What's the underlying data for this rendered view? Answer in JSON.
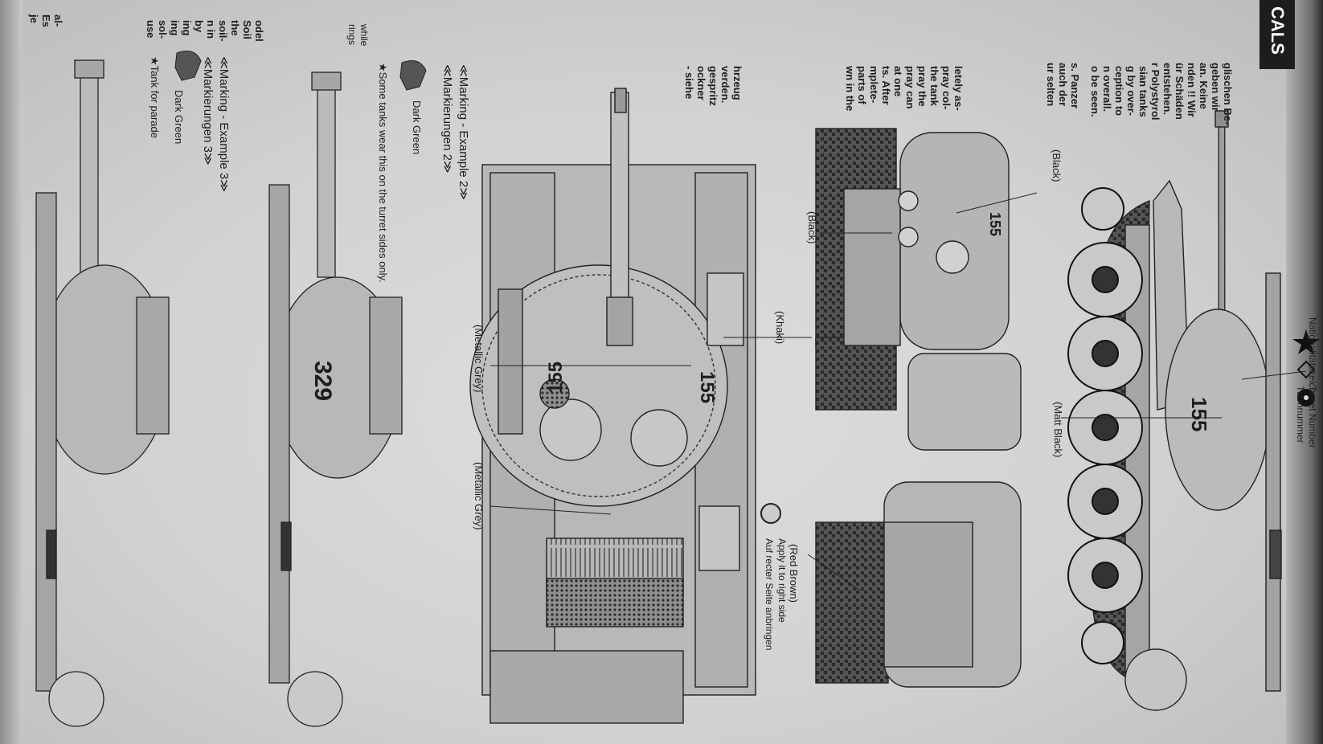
{
  "section_tab": "CALS",
  "marks": {
    "turret_number": "155",
    "turret_number_ex3": "329",
    "star": "★"
  },
  "legend": {
    "turret_number_en": "Turret Number",
    "turret_number_de": "Turmnummer",
    "insignia_de": "Nationalitätszeichen"
  },
  "colors": {
    "matt_black": "(Matt Black)",
    "black": "(Black)",
    "khaki": "(Khaki)",
    "red_brown": "(Red Brown)",
    "metallic_grey": "(Metallic Grey)",
    "dark_green": "Dark Green",
    "dark_green_hex": "#3f4a35",
    "paper_hex": "#d6d8d9"
  },
  "examples": {
    "ex2_en": "≪Marking - Example 2≫",
    "ex2_de": "≪Markierungen 2≫",
    "ex2_note": "★Some tanks wear this on the turret sides only.",
    "ex3_en": "≪Marking - Example 3≫",
    "ex3_de": "≪Markierungen 3≫",
    "ex3_note": "★Tank for parade",
    "apply_en": "Apply it to right side",
    "apply_de": "Auf recter Seite anbringen"
  },
  "column_text": {
    "col1": [
      "glischen Be-",
      "geben wir",
      "an. Keine",
      "nden !! Wir",
      "ür Schäden",
      "entstehen.",
      "r Polystyrol"
    ],
    "col2": [
      "sian tanks",
      "g by over-",
      "ception to",
      "n overall.",
      "o be seen."
    ],
    "col3": [
      "s. Panzer",
      "auch der",
      "ur selten"
    ],
    "col4": [
      "letely as-",
      "pray col-",
      "the tank",
      "pray the",
      "pray can",
      "at one",
      "ts. After",
      "mplete-",
      "parts of",
      "wn in the"
    ],
    "col5": [
      "hrzeug",
      "verden.",
      "gespritz",
      "ockner",
      "- siehe"
    ],
    "col6": [
      "odel",
      "Soil",
      "the",
      "soil-",
      "n in",
      "by",
      "ing",
      "ing",
      "sol-",
      "use"
    ],
    "col7": [
      "while",
      "rings"
    ],
    "col8": [
      "al-",
      "Es",
      "je"
    ]
  }
}
